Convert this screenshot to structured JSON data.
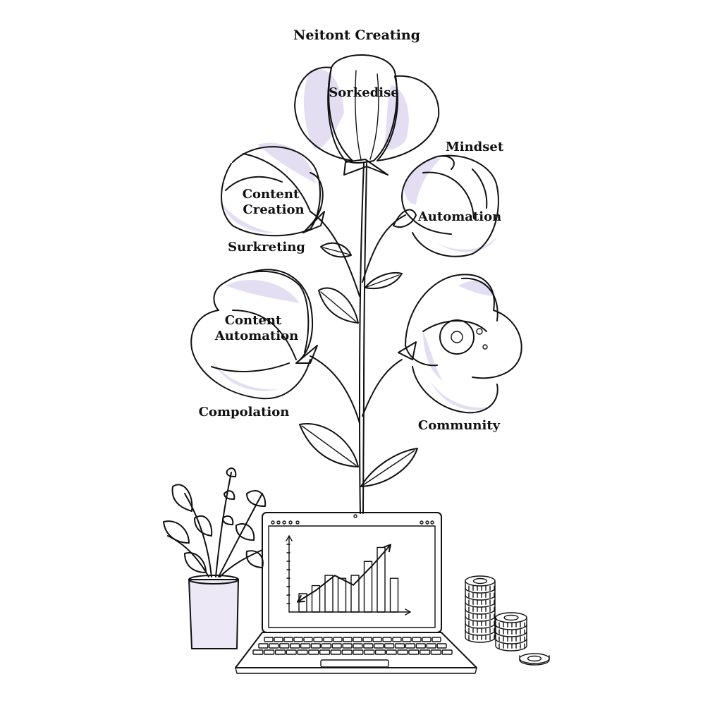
{
  "title": "Neitont Creating",
  "labels": {
    "top": "Sorkedise",
    "mindset": "Mindset",
    "content_creation_1": "Content",
    "content_creation_2": "Creation",
    "automation": "Automation",
    "surkreting": "Surkreting",
    "content_automation_1": "Content",
    "content_automation_2": "Automation",
    "compolation": "Compolation",
    "community": "Community"
  },
  "colors": {
    "ink": "#111111",
    "petal_wash": "#e4def3",
    "pot_wash": "#ece8f6",
    "background": "#ffffff"
  },
  "icons": [
    "flower-icon",
    "leaf-icon",
    "potted-plant-icon",
    "laptop-icon",
    "coin-stack-icon",
    "magnifier-icon"
  ],
  "chart_data": {
    "type": "bar",
    "categories": [
      "",
      "",
      "",
      "",
      "",
      "",
      "",
      ""
    ],
    "values": [
      2.5,
      3.6,
      5.0,
      4.6,
      5.0,
      6.9,
      8.8,
      4.6
    ],
    "trend": [
      1,
      2.6,
      4.6,
      3.3,
      5.9,
      8.8
    ],
    "title": "",
    "xlabel": "",
    "ylabel": "",
    "ylim": [
      0,
      10
    ],
    "grid": false
  }
}
